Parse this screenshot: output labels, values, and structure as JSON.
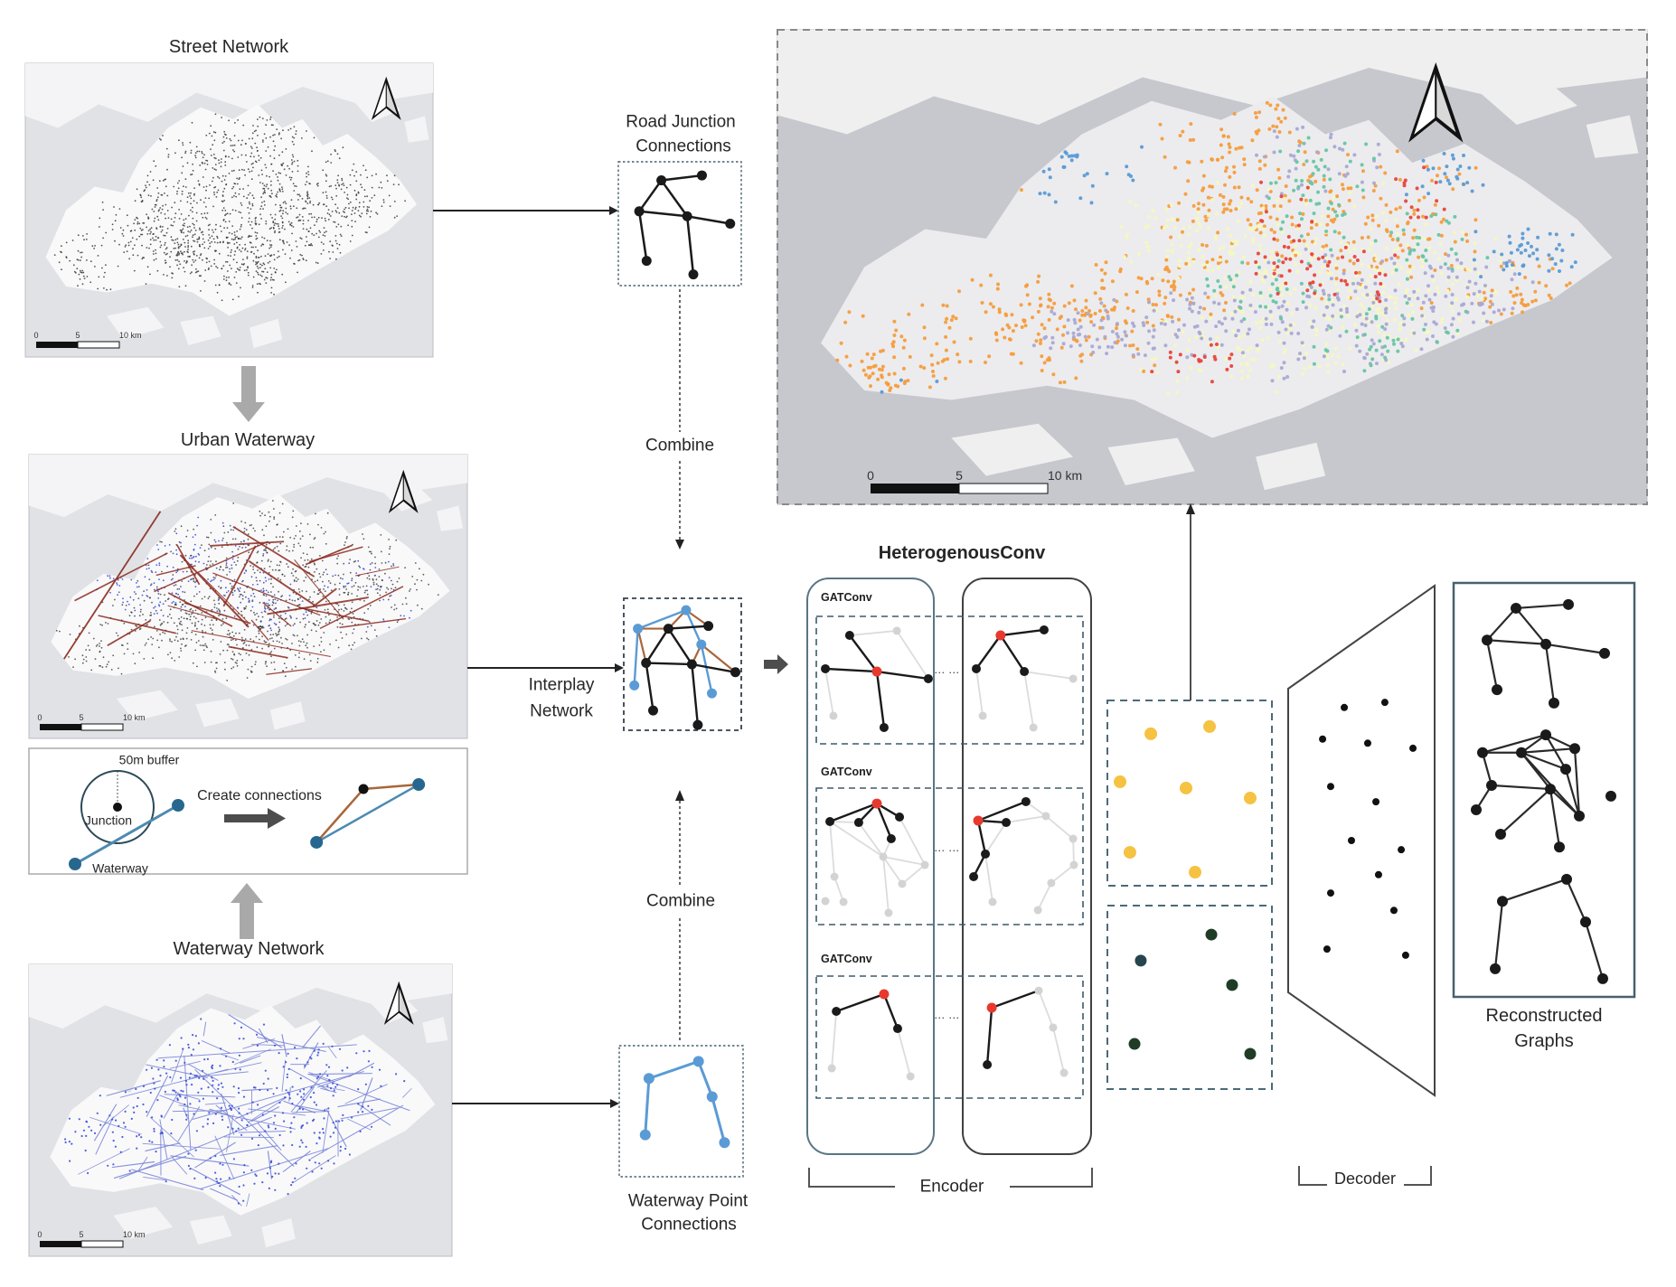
{
  "titles": {
    "street": "Street Network",
    "urban": "Urban Waterway",
    "waterway": "Waterway Network"
  },
  "buffer": {
    "radius_label": "50m buffer",
    "junction_label": "Junction",
    "waterway_label": "Waterway",
    "create_label": "Create connections"
  },
  "flow": {
    "road_junction_title": [
      "Road Junction",
      "Connections"
    ],
    "combine_top": "Combine",
    "combine_bottom": "Combine",
    "interplay_title": [
      "Interplay",
      "Network"
    ],
    "waterway_point_title": [
      "Waterway Point",
      "Connections"
    ]
  },
  "hetero": {
    "title": "HeterogenousConv",
    "gatconv_label": "GATConv",
    "ellipsis": "... ..."
  },
  "autoencoder": {
    "encoder_label": "Encoder",
    "decoder_label": "Decoder",
    "reconstructed_title": [
      "Reconstructed",
      "Graphs"
    ]
  },
  "scalebar": {
    "t0": "0",
    "t5": "5",
    "t10": "10 km"
  },
  "colors": {
    "node_black": "#1a1a1a",
    "node_gray": "#d3d3d3",
    "node_red": "#e8392f",
    "node_blue": "#5b9bd5",
    "edge_black": "#1a1a1a",
    "edge_gray": "#dcdcdc",
    "edge_blue": "#5b9bd5",
    "edge_brown": "#a9663a",
    "embed_yellow": "#f5c242",
    "embed_green": "#1f3d26",
    "embed_slate": "#27454f",
    "buffer_dot": "#27678f",
    "buffer_line": "#4d8ab0",
    "buffer_circle": "#2e4a5a",
    "map_black_dot": "#2a2a2a",
    "map_blue_dot": "#3b4fd8",
    "urban_red_line": "#8b2a1e",
    "waterway_line": "#7581d6",
    "big_orange": "#f59d3d",
    "big_yellow": "#f6f8c0",
    "big_lavender": "#a9a9d4",
    "big_teal": "#66c6a3",
    "big_red": "#e8453c",
    "big_blue": "#5b9bd5",
    "water_small": "#e1e2e6",
    "land_small": "#f4f4f6",
    "island_small": "#f9f9fa",
    "water_big": "#c7c8cd",
    "land_big": "#efeff0",
    "island_big": "#ececee",
    "arrow_gray": "#a9a9a9",
    "arrow_dark": "#4d4d4d",
    "arrow_black": "#222222",
    "dash_box": "#44606e",
    "column_left_border": "#5a7585",
    "column_right_border": "#404040",
    "rec_border": "#48606e"
  },
  "graphs": {
    "road_junction": {
      "nodes": [
        [
          0.35,
          0.15
        ],
        [
          0.68,
          0.11
        ],
        [
          0.17,
          0.4
        ],
        [
          0.56,
          0.44
        ],
        [
          0.91,
          0.5
        ],
        [
          0.23,
          0.8
        ],
        [
          0.61,
          0.91
        ]
      ],
      "edges": [
        [
          0,
          1
        ],
        [
          0,
          2
        ],
        [
          0,
          3
        ],
        [
          2,
          3
        ],
        [
          3,
          4
        ],
        [
          2,
          5
        ],
        [
          3,
          6
        ]
      ]
    },
    "waterway_point": {
      "nodes": [
        [
          0.24,
          0.25
        ],
        [
          0.64,
          0.12
        ],
        [
          0.75,
          0.39
        ],
        [
          0.21,
          0.68
        ],
        [
          0.85,
          0.74
        ]
      ],
      "edges": [
        [
          0,
          1
        ],
        [
          1,
          2
        ],
        [
          2,
          4
        ],
        [
          0,
          3
        ]
      ]
    },
    "interplay": {
      "nodes": [
        [
          0.53,
          0.09,
          "u"
        ],
        [
          0.12,
          0.23,
          "u"
        ],
        [
          0.66,
          0.35,
          "u"
        ],
        [
          0.09,
          0.66,
          "u"
        ],
        [
          0.75,
          0.72,
          "u"
        ],
        [
          0.38,
          0.23,
          "b"
        ],
        [
          0.72,
          0.21,
          "b"
        ],
        [
          0.19,
          0.49,
          "b"
        ],
        [
          0.58,
          0.5,
          "b"
        ],
        [
          0.95,
          0.56,
          "b"
        ],
        [
          0.25,
          0.85,
          "b"
        ],
        [
          0.63,
          0.96,
          "b"
        ]
      ],
      "edges_black": [
        [
          5,
          6
        ],
        [
          5,
          7
        ],
        [
          5,
          8
        ],
        [
          7,
          8
        ],
        [
          8,
          9
        ],
        [
          7,
          10
        ],
        [
          8,
          11
        ]
      ],
      "edges_blue": [
        [
          0,
          1
        ],
        [
          1,
          3
        ],
        [
          0,
          2
        ],
        [
          2,
          4
        ]
      ],
      "edges_brown": [
        [
          1,
          5
        ],
        [
          0,
          5
        ],
        [
          0,
          6
        ],
        [
          2,
          8
        ],
        [
          2,
          9
        ],
        [
          1,
          7
        ]
      ]
    },
    "buffer_mini": {
      "nodes": [
        [
          0.763,
          0.324,
          "b"
        ],
        [
          0.889,
          0.288,
          "u"
        ],
        [
          0.656,
          0.748,
          "u"
        ]
      ],
      "edges_brown": [
        [
          0,
          1
        ],
        [
          0,
          2
        ]
      ],
      "edges_blue": [
        [
          1,
          2
        ]
      ]
    }
  },
  "hetero_rows": [
    {
      "left": {
        "nodes": [
          [
            0.125,
            0.149,
            "b"
          ],
          [
            0.302,
            0.113,
            "g"
          ],
          [
            0.034,
            0.411,
            "b"
          ],
          [
            0.227,
            0.433,
            "r"
          ],
          [
            0.42,
            0.489,
            "b"
          ],
          [
            0.064,
            0.78,
            "g"
          ],
          [
            0.254,
            0.872,
            "b"
          ]
        ],
        "bold": [
          [
            0,
            3
          ],
          [
            2,
            3
          ],
          [
            3,
            4
          ],
          [
            3,
            6
          ]
        ],
        "gray": [
          [
            0,
            1
          ],
          [
            2,
            5
          ],
          [
            1,
            4
          ]
        ]
      },
      "right": {
        "nodes": [
          [
            0.691,
            0.149,
            "r"
          ],
          [
            0.854,
            0.106,
            "b"
          ],
          [
            0.6,
            0.411,
            "b"
          ],
          [
            0.78,
            0.433,
            "b"
          ],
          [
            0.963,
            0.489,
            "g"
          ],
          [
            0.624,
            0.78,
            "g"
          ],
          [
            0.814,
            0.872,
            "g"
          ]
        ],
        "bold": [
          [
            0,
            1
          ],
          [
            0,
            2
          ],
          [
            0,
            3
          ]
        ],
        "gray": [
          [
            3,
            4
          ],
          [
            2,
            5
          ],
          [
            3,
            6
          ]
        ]
      }
    },
    {
      "left": {
        "nodes": [
          [
            0.227,
            0.113,
            "r"
          ],
          [
            0.051,
            0.245,
            "b"
          ],
          [
            0.159,
            0.252,
            "b"
          ],
          [
            0.312,
            0.212,
            "b"
          ],
          [
            0.281,
            0.371,
            "b"
          ],
          [
            0.251,
            0.503,
            "g"
          ],
          [
            0.068,
            0.649,
            "g"
          ],
          [
            0.034,
            0.828,
            "g"
          ],
          [
            0.102,
            0.834,
            "g"
          ],
          [
            0.322,
            0.702,
            "g"
          ],
          [
            0.407,
            0.563,
            "g"
          ],
          [
            0.271,
            0.914,
            "g"
          ]
        ],
        "bold": [
          [
            0,
            1
          ],
          [
            0,
            2
          ],
          [
            0,
            3
          ],
          [
            0,
            4
          ]
        ],
        "gray": [
          [
            1,
            2
          ],
          [
            1,
            6
          ],
          [
            2,
            5
          ],
          [
            3,
            10
          ],
          [
            4,
            5
          ],
          [
            5,
            9
          ],
          [
            6,
            8
          ],
          [
            5,
            11
          ],
          [
            9,
            10
          ],
          [
            5,
            10
          ],
          [
            1,
            5
          ]
        ]
      },
      "right": {
        "nodes": [
          [
            0.607,
            0.238,
            "r"
          ],
          [
            0.712,
            0.252,
            "b"
          ],
          [
            0.786,
            0.099,
            "b"
          ],
          [
            0.634,
            0.483,
            "b"
          ],
          [
            0.59,
            0.649,
            "b"
          ],
          [
            0.861,
            0.205,
            "g"
          ],
          [
            0.966,
            0.563,
            "g"
          ],
          [
            0.881,
            0.695,
            "g"
          ],
          [
            0.661,
            0.834,
            "g"
          ],
          [
            0.831,
            0.894,
            "g"
          ],
          [
            0.963,
            0.371,
            "g"
          ]
        ],
        "bold": [
          [
            0,
            1
          ],
          [
            0,
            2
          ],
          [
            0,
            3
          ],
          [
            3,
            4
          ]
        ],
        "gray": [
          [
            1,
            5
          ],
          [
            2,
            5
          ],
          [
            5,
            10
          ],
          [
            10,
            6
          ],
          [
            6,
            7
          ],
          [
            3,
            8
          ],
          [
            7,
            9
          ],
          [
            1,
            3
          ]
        ]
      }
    },
    {
      "left": {
        "nodes": [
          [
            0.075,
            0.289,
            "b"
          ],
          [
            0.254,
            0.148,
            "r"
          ],
          [
            0.305,
            0.43,
            "b"
          ],
          [
            0.058,
            0.756,
            "g"
          ],
          [
            0.353,
            0.822,
            "g"
          ]
        ],
        "bold": [
          [
            0,
            1
          ],
          [
            1,
            2
          ]
        ],
        "gray": [
          [
            0,
            3
          ],
          [
            2,
            4
          ]
        ]
      },
      "right": {
        "nodes": [
          [
            0.658,
            0.259,
            "r"
          ],
          [
            0.834,
            0.119,
            "g"
          ],
          [
            0.641,
            0.726,
            "b"
          ],
          [
            0.888,
            0.422,
            "g"
          ],
          [
            0.929,
            0.793,
            "g"
          ]
        ],
        "bold": [
          [
            0,
            2
          ],
          [
            0,
            1
          ]
        ],
        "gray": [
          [
            1,
            3
          ],
          [
            3,
            4
          ]
        ]
      }
    }
  ],
  "embeddings": {
    "yellow_dots": [
      [
        0.264,
        0.18
      ],
      [
        0.621,
        0.141
      ],
      [
        0.077,
        0.439
      ],
      [
        0.478,
        0.473
      ],
      [
        0.868,
        0.527
      ],
      [
        0.137,
        0.82
      ],
      [
        0.533,
        0.927
      ]
    ],
    "green_dots": [
      [
        0.632,
        0.158,
        "g"
      ],
      [
        0.203,
        0.3,
        "s"
      ],
      [
        0.758,
        0.433,
        "g"
      ],
      [
        0.165,
        0.754,
        "g"
      ],
      [
        0.868,
        0.808,
        "g"
      ]
    ]
  },
  "decoder_dots": [
    [
      0.383,
      0.239
    ],
    [
      0.66,
      0.229
    ],
    [
      0.235,
      0.301
    ],
    [
      0.543,
      0.309
    ],
    [
      0.852,
      0.319
    ],
    [
      0.29,
      0.394
    ],
    [
      0.599,
      0.424
    ],
    [
      0.432,
      0.5
    ],
    [
      0.772,
      0.518
    ],
    [
      0.617,
      0.567
    ],
    [
      0.29,
      0.603
    ],
    [
      0.722,
      0.637
    ],
    [
      0.265,
      0.713
    ],
    [
      0.802,
      0.725
    ]
  ],
  "reconstructed_graphs": [
    {
      "nodes": [
        [
          0.345,
          0.061
        ],
        [
          0.635,
          0.052
        ],
        [
          0.185,
          0.138
        ],
        [
          0.51,
          0.148
        ],
        [
          0.835,
          0.17
        ],
        [
          0.24,
          0.258
        ],
        [
          0.555,
          0.29
        ]
      ],
      "edges": [
        [
          0,
          1
        ],
        [
          0,
          2
        ],
        [
          0,
          3
        ],
        [
          2,
          3
        ],
        [
          3,
          4
        ],
        [
          2,
          5
        ],
        [
          3,
          6
        ]
      ]
    },
    {
      "nodes": [
        [
          0.51,
          0.367
        ],
        [
          0.16,
          0.41
        ],
        [
          0.375,
          0.41
        ],
        [
          0.67,
          0.4
        ],
        [
          0.62,
          0.45
        ],
        [
          0.21,
          0.489
        ],
        [
          0.535,
          0.498
        ],
        [
          0.87,
          0.515
        ],
        [
          0.125,
          0.548
        ],
        [
          0.26,
          0.607
        ],
        [
          0.695,
          0.563
        ],
        [
          0.585,
          0.638
        ]
      ],
      "edges": [
        [
          0,
          1
        ],
        [
          0,
          2
        ],
        [
          0,
          3
        ],
        [
          0,
          4
        ],
        [
          2,
          3
        ],
        [
          2,
          4
        ],
        [
          1,
          5
        ],
        [
          5,
          6
        ],
        [
          6,
          10
        ],
        [
          3,
          10
        ],
        [
          6,
          9
        ],
        [
          5,
          8
        ],
        [
          6,
          11
        ],
        [
          4,
          10
        ],
        [
          1,
          2
        ],
        [
          2,
          10
        ],
        [
          2,
          6
        ]
      ]
    },
    {
      "nodes": [
        [
          0.27,
          0.769
        ],
        [
          0.625,
          0.716
        ],
        [
          0.73,
          0.819
        ],
        [
          0.23,
          0.932
        ],
        [
          0.825,
          0.956
        ]
      ],
      "edges": [
        [
          0,
          1
        ],
        [
          1,
          2
        ],
        [
          2,
          4
        ],
        [
          0,
          3
        ]
      ]
    }
  ]
}
